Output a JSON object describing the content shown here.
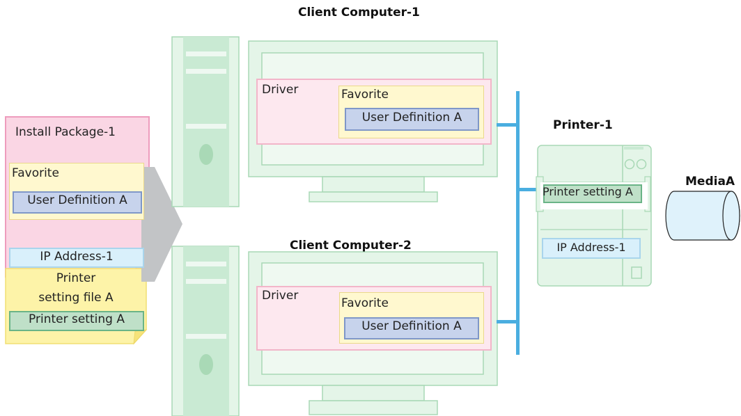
{
  "titles": {
    "client1": "Client Computer-1",
    "client2": "Client Computer-2",
    "printer": "Printer-1",
    "media": "MediaA"
  },
  "install_package": {
    "title": "Install Package-1",
    "favorite": "Favorite",
    "user_definition": "User Definition A",
    "ip_address": "IP Address-1"
  },
  "settings_file": {
    "line1": "Printer",
    "line2": "setting file A",
    "printer_setting": "Printer setting A"
  },
  "client1": {
    "driver": "Driver",
    "favorite": "Favorite",
    "user_definition": "User Definition A"
  },
  "client2": {
    "driver": "Driver",
    "favorite": "Favorite",
    "user_definition": "User Definition A"
  },
  "printer": {
    "printer_setting": "Printer setting A",
    "ip_address": "IP Address-1"
  },
  "colors": {
    "network_line": "#4aaee0",
    "package_bg": "#fad6e4",
    "settings_file_bg": "#fdf3a8",
    "computer_fill": "#e4f5e8",
    "arrow": "#c2c4c6"
  }
}
